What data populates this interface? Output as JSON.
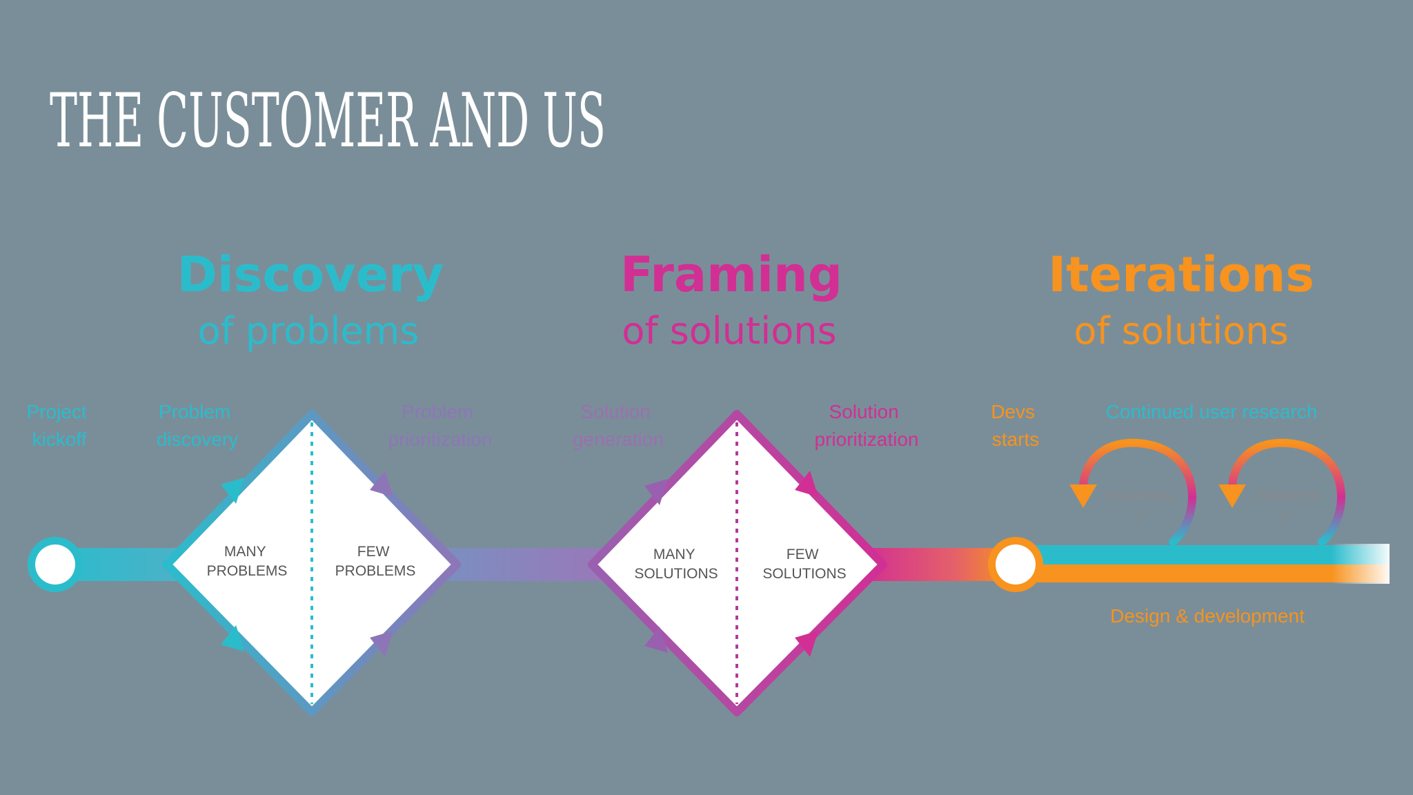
{
  "title": "THE CUSTOMER AND US",
  "colors": {
    "background": "#7a8e99",
    "discovery": "#2bbccc",
    "framing": "#d12f94",
    "iterations": "#f7931e",
    "violet": "#8d76b8",
    "white": "#ffffff",
    "diamond_text": "#555555"
  },
  "phases": {
    "discovery": {
      "heading": "Discovery",
      "sub": "of problems"
    },
    "framing": {
      "heading": "Framing",
      "sub": "of solutions"
    },
    "iterations": {
      "heading": "Iterations",
      "sub": "of solutions"
    }
  },
  "steps": {
    "project_kickoff": [
      "Project",
      "kickoff"
    ],
    "problem_discovery": [
      "Problem",
      "discovery"
    ],
    "problem_prioritization": [
      "Problem",
      "prioritization"
    ],
    "solution_generation": [
      "Solution",
      "generation"
    ],
    "solution_prioritization": [
      "Solution",
      "prioritization"
    ],
    "devs_starts": [
      "Devs",
      "starts"
    ],
    "continued_research": "Continued user research",
    "design_development": "Design & development"
  },
  "diamonds": {
    "d1_left": [
      "MANY",
      "PROBLEMS"
    ],
    "d1_right": [
      "FEW",
      "PROBLEMS"
    ],
    "d2_left": [
      "MANY",
      "SOLUTIONS"
    ],
    "d2_right": [
      "FEW",
      "SOLUTIONS"
    ]
  },
  "iterations_loops": {
    "loop1": [
      "ITERATION",
      "1"
    ],
    "loop2": [
      "ITERATION",
      "2..."
    ]
  }
}
